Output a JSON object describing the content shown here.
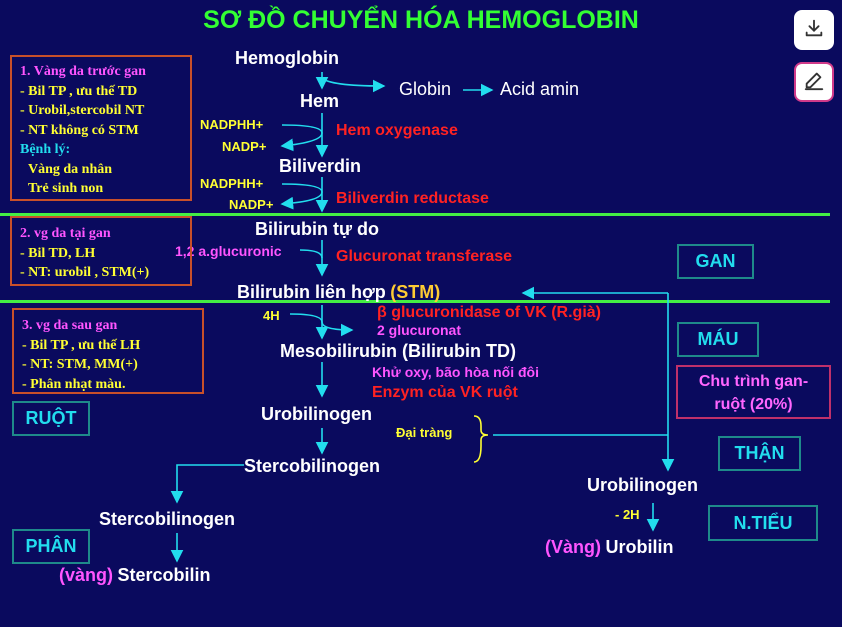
{
  "title": "SƠ ĐỒ CHUYỂN HÓA HEMOGLOBIN",
  "chain": {
    "hemoglobin": "Hemoglobin",
    "globin": "Globin",
    "acid_amin": "Acid amin",
    "hem": "Hem",
    "biliverdin": "Biliverdin",
    "bilirubin_tu_do": "Bilirubin tự do",
    "bilirubin_lien_hop": "Bilirubin liên hợp",
    "stm": "(STM)",
    "mesobilirubin": "Mesobilirubin (Bilirubin TD)",
    "urobilinogen_left": "Urobilinogen",
    "stercobilinogen_1": "Stercobilinogen",
    "stercobilinogen_2": "Stercobilinogen",
    "vang_left": "(vàng)",
    "stercobilin": "Stercobilin",
    "urobilinogen_right": "Urobilinogen",
    "vang_right": "(Vàng)",
    "urobilin": "Urobilin"
  },
  "cofactors": {
    "nadphh_1": "NADPHH+",
    "nadp_1": "NADP+",
    "nadphh_2": "NADPHH+",
    "nadp_2": "NADP+",
    "glucuronic": "1,2 a.glucuronic",
    "h4": "4H",
    "dai_trang": "Đại tràng",
    "minus_2h": "- 2H"
  },
  "enzymes": {
    "hem_oxygenase": "Hem oxygenase",
    "biliverdin_reductase": "Biliverdin reductase",
    "glucuronat_transferase": "Glucuronat transferase",
    "beta_glucuronidase": "β glucuronidase of VK (R.già)",
    "glucuronat_2": "2 glucuronat",
    "khu_oxy": "Khử oxy, bão hòa nối đôi",
    "enzym_vk": "Enzym của VK ruột"
  },
  "organs": {
    "gan": "GAN",
    "mau": "MÁU",
    "ruot": "RUỘT",
    "than": "THẬN",
    "n_tieu": "N.TIỂU",
    "phan": "PHÂN",
    "chu_trinh": [
      "Chu trình gan-",
      "ruột (20%)"
    ]
  },
  "box1": {
    "heading": "1. Vàng da trước gan",
    "items": [
      "- Bil TP    , ưu thế TD",
      "- Urobil,stercobil NT",
      "- NT không có STM"
    ],
    "benh_ly_label": "Bệnh lý:",
    "benh_ly": [
      "Vàng da nhân",
      "Trẻ sinh non"
    ]
  },
  "box2": {
    "heading": "2. vg da tại gan",
    "items": [
      "- Bil TD, LH",
      "- NT: urobil , STM(+)"
    ]
  },
  "box3": {
    "heading": "3. vg da sau gan",
    "items": [
      "- Bil TP , ưu thế LH",
      "- NT: STM, MM(+)",
      "- Phân nhạt màu."
    ]
  },
  "toolbar": {
    "download_icon": "download-icon",
    "edit_icon": "edit-icon"
  },
  "colors": {
    "background": "#0a0a5e",
    "title": "#33ff33",
    "enzyme": "#ff2222",
    "cofactor": "#ffff33",
    "magenta": "#ff55ff",
    "arrow": "#22ddee",
    "divider": "#44ee44",
    "box_border": "#c8502a"
  }
}
